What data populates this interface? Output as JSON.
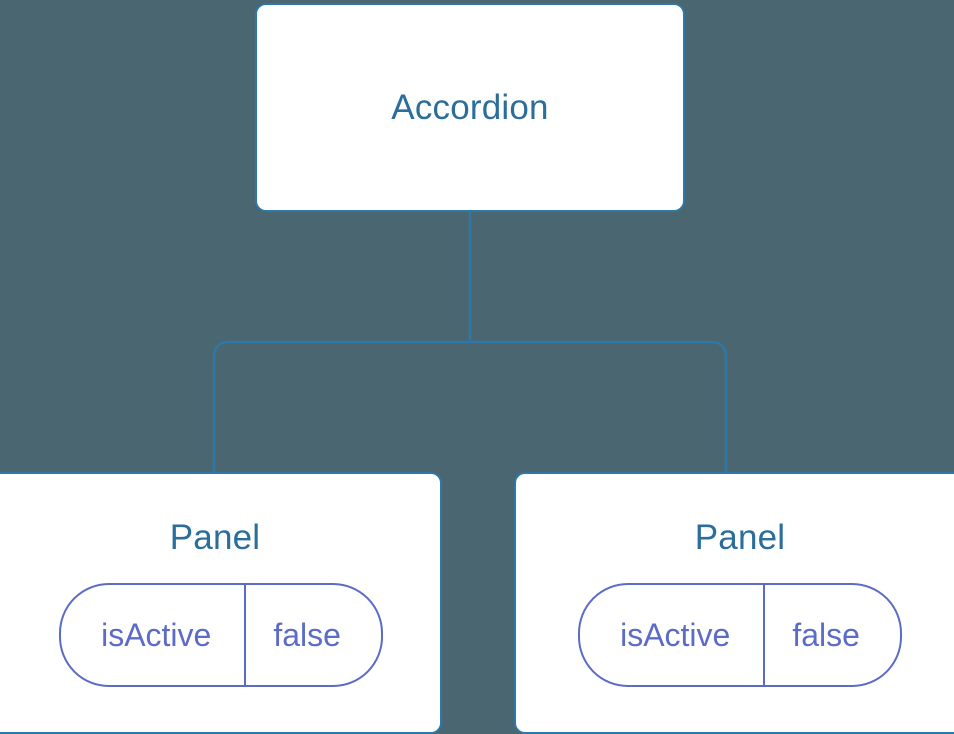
{
  "diagram": {
    "type": "component-tree",
    "background_color": "#4a6670",
    "node_border_color": "#2e77a6",
    "node_fill_color": "#ffffff",
    "title_text_color": "#2c6e9b",
    "edge_color": "#2e77a6",
    "state_accent_color": "#5c6bc8",
    "root": {
      "label": "Accordion"
    },
    "children": [
      {
        "label": "Panel",
        "state": {
          "key": "isActive",
          "value": "false"
        }
      },
      {
        "label": "Panel",
        "state": {
          "key": "isActive",
          "value": "false"
        }
      }
    ]
  }
}
